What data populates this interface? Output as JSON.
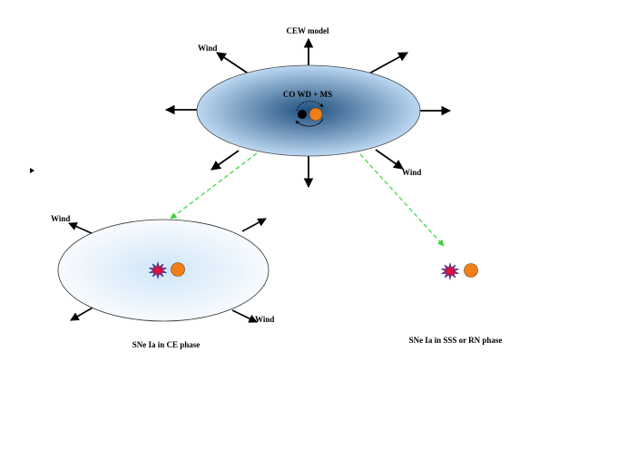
{
  "labels": {
    "title": "CEW model",
    "binary": "CO WD + MS",
    "wind_top_left": "Wind",
    "wind_top_right": "Wind",
    "wind_ce_left": "Wind",
    "wind_ce_right": "Wind",
    "caption_ce": "SNe Ia in CE phase",
    "caption_sss": "SNe Ia in SSS or RN phase"
  },
  "colors": {
    "envelope_center": "#1f4f7e",
    "envelope_edge": "#bcd8f2",
    "ce_center": "#cfe6f8",
    "ce_edge": "#f8fbfe",
    "ms_star": "#f07f18",
    "wd_star": "#000000",
    "explosion_fill": "#e0103a",
    "explosion_stroke": "#3a2a8c",
    "transition_arrow": "#3bd43b"
  },
  "icons": {
    "explosion": "starburst-icon",
    "white_dwarf": "black-dot-icon",
    "companion": "orange-dot-icon"
  }
}
